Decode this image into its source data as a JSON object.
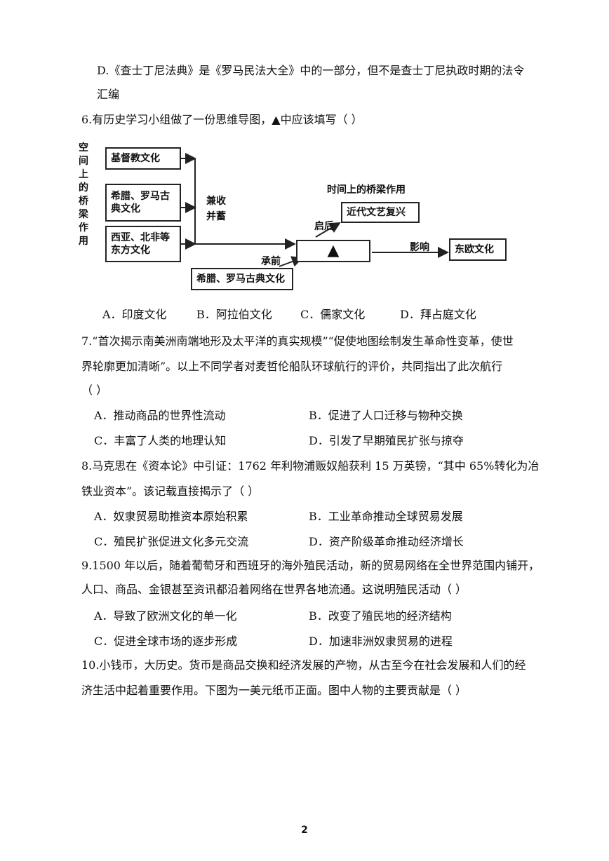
{
  "q5": {
    "optD_line1": "D.《查士丁尼法典》是《罗马民法大全》中的一部分，但不是查士丁尼执政时期的法令",
    "optD_line2": "汇编"
  },
  "q6": {
    "stem": "6.有历史学习小组做了一份思维导图，▲中应该填写（          ）",
    "diagram": {
      "left_vertical_label": "空间上的桥梁作用",
      "box1": "基督教文化",
      "box2a": "希腊、罗马古",
      "box2b": "典文化",
      "box3a": "西亚、北非等",
      "box3b": "东方文化",
      "merge_label_1": "兼收",
      "merge_label_2": "并蓄",
      "time_label": "时间上的桥梁作用",
      "qihou": "启后",
      "renaissance": "近代文艺复兴",
      "chengqian": "承前",
      "greek_roman": "希腊、罗马古典文化",
      "yingxiang": "影响",
      "east_europe": "东欧文化",
      "center_symbol": "▲"
    },
    "options": [
      "A．印度文化",
      "B．阿拉伯文化",
      "C．儒家文化",
      "D．拜占庭文化"
    ]
  },
  "q7": {
    "line1": "7.“首次揭示南美洲南端地形及太平洋的真实规模”“促使地图绘制发生革命性变革，使世",
    "line2": "界轮廓更加清晰”。以上不同学者对麦哲伦船队环球航行的评价，共同指出了此次航行",
    "line3": "（          ）",
    "options": [
      "A．推动商品的世界性流动",
      "B．促进了人口迁移与物种交换",
      "C．丰富了人类的地理认知",
      "D．引发了早期殖民扩张与掠夺"
    ]
  },
  "q8": {
    "line1": "8.马克思在《资本论》中引证：1762 年利物浦贩奴船获利 15 万英镑，“其中 65%转化为冶",
    "line2": "铁业资本”。该记载直接揭示了（          ）",
    "options": [
      "A．奴隶贸易助推资本原始积累",
      "B．工业革命推动全球贸易发展",
      "C．殖民扩张促进文化多元交流",
      "D．资产阶级革命推动经济增长"
    ]
  },
  "q9": {
    "line1": "9.1500 年以后，随着葡萄牙和西班牙的海外殖民活动，新的贸易网络在全世界范围内铺开，",
    "line2": "人口、商品、金银甚至资讯都沿着网络在世界各地流通。这说明殖民活动（          ）",
    "options": [
      "A．导致了欧洲文化的单一化",
      "B．改变了殖民地的经济结构",
      "C．促进全球市场的逐步形成",
      "D．加速非洲奴隶贸易的进程"
    ]
  },
  "q10": {
    "line1": "10.小钱币，大历史。货币是商品交换和经济发展的产物，从古至今在社会发展和人们的经",
    "line2": "济生活中起着重要作用。下图为一美元纸币正面。图中人物的主要贡献是（          ）"
  },
  "page_number": "2"
}
